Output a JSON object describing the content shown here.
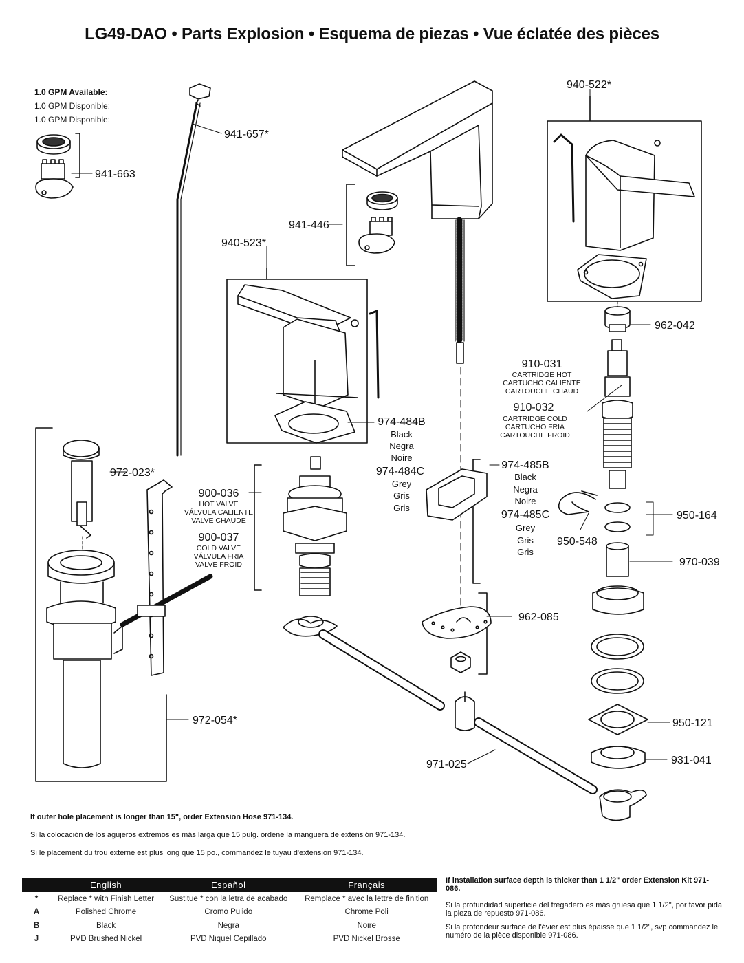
{
  "title": "LG49-DAO • Parts Explosion • Esquema de piezas • Vue éclatée des pièces",
  "gpm": {
    "line1": "1.0 GPM Available:",
    "line2": "1.0 GPM Disponible:",
    "line3": "1.0 GPM Disponible:"
  },
  "parts": {
    "p941_663": "941-663",
    "p941_657": "941-657*",
    "p940_522": "940-522*",
    "p941_446": "941-446",
    "p940_523": "940-523*",
    "p962_042": "962-042",
    "p910_031": "910-031",
    "p910_031_en": "CARTRIDGE HOT",
    "p910_031_es": "CARTUCHO CALIENTE",
    "p910_031_fr": "CARTOUCHE CHAUD",
    "p910_032": "910-032",
    "p910_032_en": "CARTRIDGE COLD",
    "p910_032_es": "CARTUCHO FRIA",
    "p910_032_fr": "CARTOUCHE FROID",
    "p974_484B": "974-484B",
    "p974_484B_en": "Black",
    "p974_484B_es": "Negra",
    "p974_484B_fr": "Noire",
    "p974_484C": "974-484C",
    "p974_484C_en": "Grey",
    "p974_484C_es": "Gris",
    "p974_484C_fr": "Gris",
    "p974_485B": "974-485B",
    "p974_485B_en": "Black",
    "p974_485B_es": "Negra",
    "p974_485B_fr": "Noire",
    "p974_485C": "974-485C",
    "p974_485C_en": "Grey",
    "p974_485C_es": "Gris",
    "p974_485C_fr": "Gris",
    "p972_023": "972-023*",
    "p900_036": "900-036",
    "p900_036_en": "HOT VALVE",
    "p900_036_es": "VÁLVULA CALIENTE",
    "p900_036_fr": "VALVE CHAUDE",
    "p900_037": "900-037",
    "p900_037_en": "COLD VALVE",
    "p900_037_es": "VÁLVULA FRIA",
    "p900_037_fr": "VALVE FROID",
    "p950_164": "950-164",
    "p950_548": "950-548",
    "p970_039": "970-039",
    "p962_085": "962-085",
    "p972_054": "972-054*",
    "p950_121": "950-121",
    "p931_041": "931-041",
    "p971_025": "971-025"
  },
  "note_left": {
    "en": "If outer hole placement is longer than 15\", order Extension Hose 971-134.",
    "es": "Si la colocación de los agujeros extremos es más larga que 15 pulg. ordene la manguera de extensión 971-134.",
    "fr": "Si le placement du trou externe est plus long que 15 po., commandez le tuyau d'extension 971-134."
  },
  "note_right": {
    "en": "If installation surface depth is thicker than 1 1/2\" order Extension Kit 971-086.",
    "es": "Si la profundidad superficie del fregadero es más gruesa que 1 1/2\", por favor pida la pieza de repuesto 971-086.",
    "fr": "Si la profondeur surface de l'évier est plus épaisse que 1 1/2\", svp commandez le numéro de la pièce disponible 971-086."
  },
  "legend": {
    "headers": [
      "English",
      "Español",
      "Français"
    ],
    "rows": [
      {
        "code": "*",
        "en": "Replace * with Finish Letter",
        "es": "Sustitue * con la letra de acabado",
        "fr": "Remplace * avec la lettre de finition"
      },
      {
        "code": "A",
        "en": "Polished Chrome",
        "es": "Cromo Pulido",
        "fr": "Chrome Poli"
      },
      {
        "code": "B",
        "en": "Black",
        "es": "Negra",
        "fr": "Noire"
      },
      {
        "code": "J",
        "en": "PVD Brushed Nickel",
        "es": "PVD Niquel Cepillado",
        "fr": "PVD Nickel Brosse"
      }
    ]
  }
}
